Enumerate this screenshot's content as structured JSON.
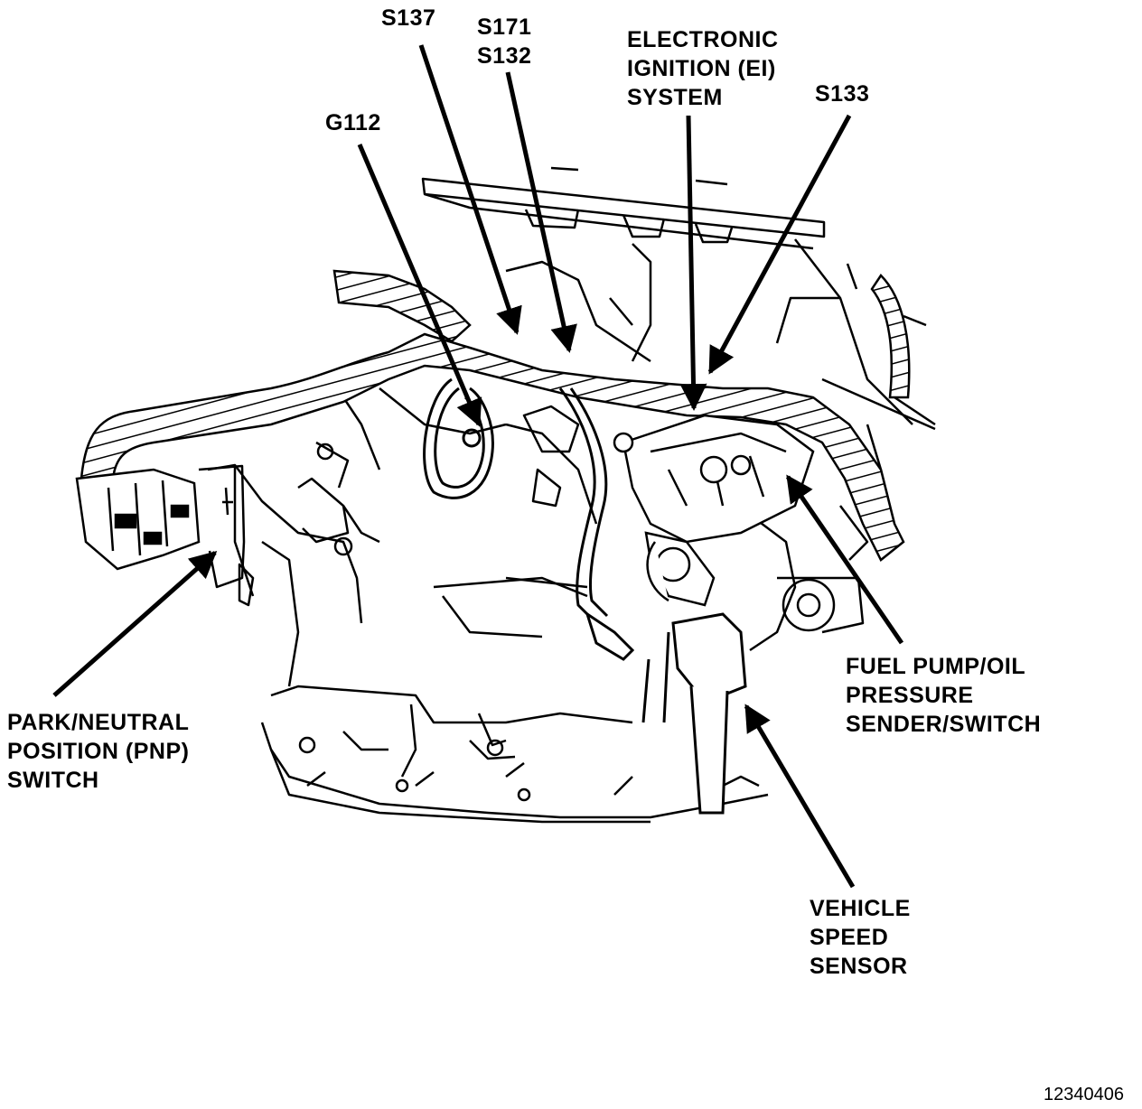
{
  "labels": {
    "s137": "S137",
    "s171": "S171",
    "s132": "S132",
    "ei_line1": "ELECTRONIC",
    "ei_line2": "IGNITION (EI)",
    "ei_line3": "SYSTEM",
    "s133": "S133",
    "g112": "G112",
    "pnp_line1": "PARK/NEUTRAL",
    "pnp_line2": "POSITION (PNP)",
    "pnp_line3": "SWITCH",
    "fuel_line1": "FUEL PUMP/OIL",
    "fuel_line2": "PRESSURE",
    "fuel_line3": "SENDER/SWITCH",
    "vss_line1": "VEHICLE",
    "vss_line2": "SPEED",
    "vss_line3": "SENSOR"
  },
  "figure_number": "12340406"
}
